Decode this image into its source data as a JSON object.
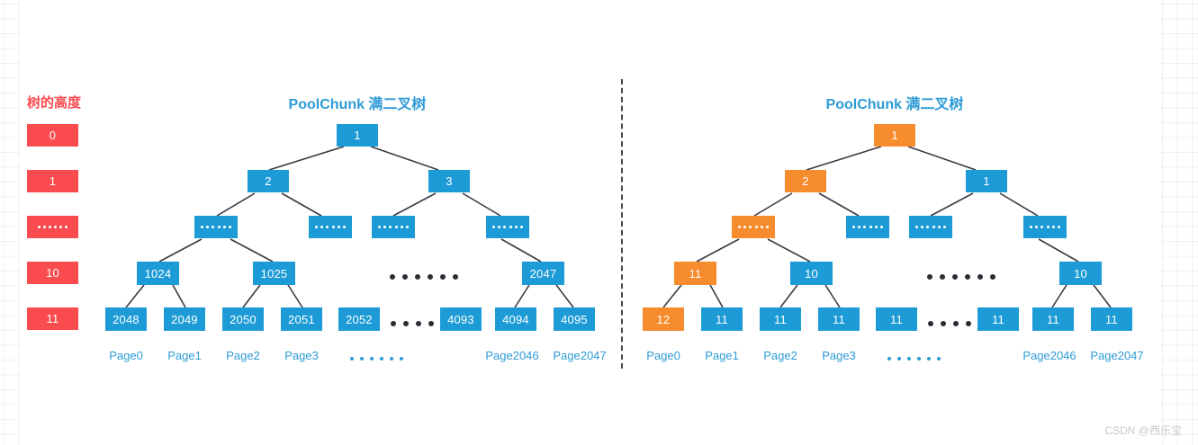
{
  "watermark": "CSDN @西乐宝",
  "colors": {
    "blue": "#1d9bd6",
    "orange": "#f68c2d",
    "red": "#fa4b4e",
    "title_blue": "#2e9bd6",
    "edge": "#3a3a44",
    "background": "#ffffff"
  },
  "legend": {
    "title": "树的高度",
    "levels": [
      {
        "label": "0",
        "is_dots": false
      },
      {
        "label": "1",
        "is_dots": false
      },
      {
        "label": "......",
        "is_dots": true
      },
      {
        "label": "10",
        "is_dots": false
      },
      {
        "label": "11",
        "is_dots": false
      }
    ]
  },
  "left_tree": {
    "title": "PoolChunk 满二叉树",
    "level0": [
      {
        "label": "1",
        "color": "blue"
      }
    ],
    "level1": [
      {
        "label": "2",
        "color": "blue"
      },
      {
        "label": "3",
        "color": "blue"
      }
    ],
    "level2": [
      {
        "label": "......",
        "color": "blue",
        "is_dots": true
      },
      {
        "label": "......",
        "color": "blue",
        "is_dots": true
      },
      {
        "label": "......",
        "color": "blue",
        "is_dots": true
      },
      {
        "label": "......",
        "color": "blue",
        "is_dots": true
      }
    ],
    "level3": [
      {
        "label": "1024",
        "color": "blue"
      },
      {
        "label": "1025",
        "color": "blue"
      },
      {
        "label": "2047",
        "color": "blue"
      }
    ],
    "level3_ellipsis": "......",
    "level4": [
      {
        "label": "2048",
        "color": "blue"
      },
      {
        "label": "2049",
        "color": "blue"
      },
      {
        "label": "2050",
        "color": "blue"
      },
      {
        "label": "2051",
        "color": "blue"
      },
      {
        "label": "2052",
        "color": "blue"
      },
      {
        "label": "4093",
        "color": "blue"
      },
      {
        "label": "4094",
        "color": "blue"
      },
      {
        "label": "4095",
        "color": "blue"
      }
    ],
    "level4_ellipsis": "......",
    "pages": [
      "Page0",
      "Page1",
      "Page2",
      "Page3",
      "Page2046",
      "Page2047"
    ],
    "pages_ellipsis": "......"
  },
  "right_tree": {
    "title": "PoolChunk 满二叉树",
    "level0": [
      {
        "label": "1",
        "color": "orange"
      }
    ],
    "level1": [
      {
        "label": "2",
        "color": "orange"
      },
      {
        "label": "1",
        "color": "blue"
      }
    ],
    "level2": [
      {
        "label": "......",
        "color": "orange",
        "is_dots": true
      },
      {
        "label": "......",
        "color": "blue",
        "is_dots": true
      },
      {
        "label": "......",
        "color": "blue",
        "is_dots": true
      },
      {
        "label": "......",
        "color": "blue",
        "is_dots": true
      }
    ],
    "level3": [
      {
        "label": "11",
        "color": "orange"
      },
      {
        "label": "10",
        "color": "blue"
      },
      {
        "label": "10",
        "color": "blue"
      }
    ],
    "level3_ellipsis": "......",
    "level4": [
      {
        "label": "12",
        "color": "orange"
      },
      {
        "label": "11",
        "color": "blue"
      },
      {
        "label": "11",
        "color": "blue"
      },
      {
        "label": "11",
        "color": "blue"
      },
      {
        "label": "11",
        "color": "blue"
      },
      {
        "label": "11",
        "color": "blue"
      },
      {
        "label": "11",
        "color": "blue"
      },
      {
        "label": "11",
        "color": "blue"
      }
    ],
    "level4_ellipsis": "......",
    "pages": [
      "Page0",
      "Page1",
      "Page2",
      "Page3",
      "Page2046",
      "Page2047"
    ],
    "pages_ellipsis": "......"
  }
}
